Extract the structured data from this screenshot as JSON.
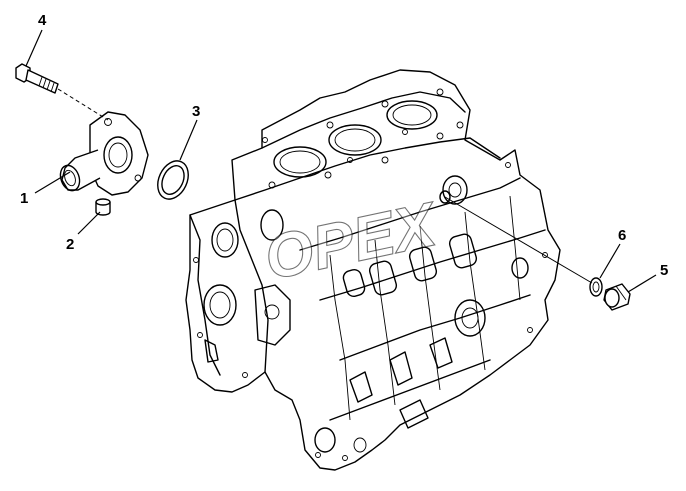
{
  "diagram": {
    "callouts": [
      {
        "id": "1",
        "label": "1"
      },
      {
        "id": "2",
        "label": "2"
      },
      {
        "id": "3",
        "label": "3"
      },
      {
        "id": "4",
        "label": "4"
      },
      {
        "id": "5",
        "label": "5"
      },
      {
        "id": "6",
        "label": "6"
      }
    ],
    "watermark": "OPEX"
  }
}
